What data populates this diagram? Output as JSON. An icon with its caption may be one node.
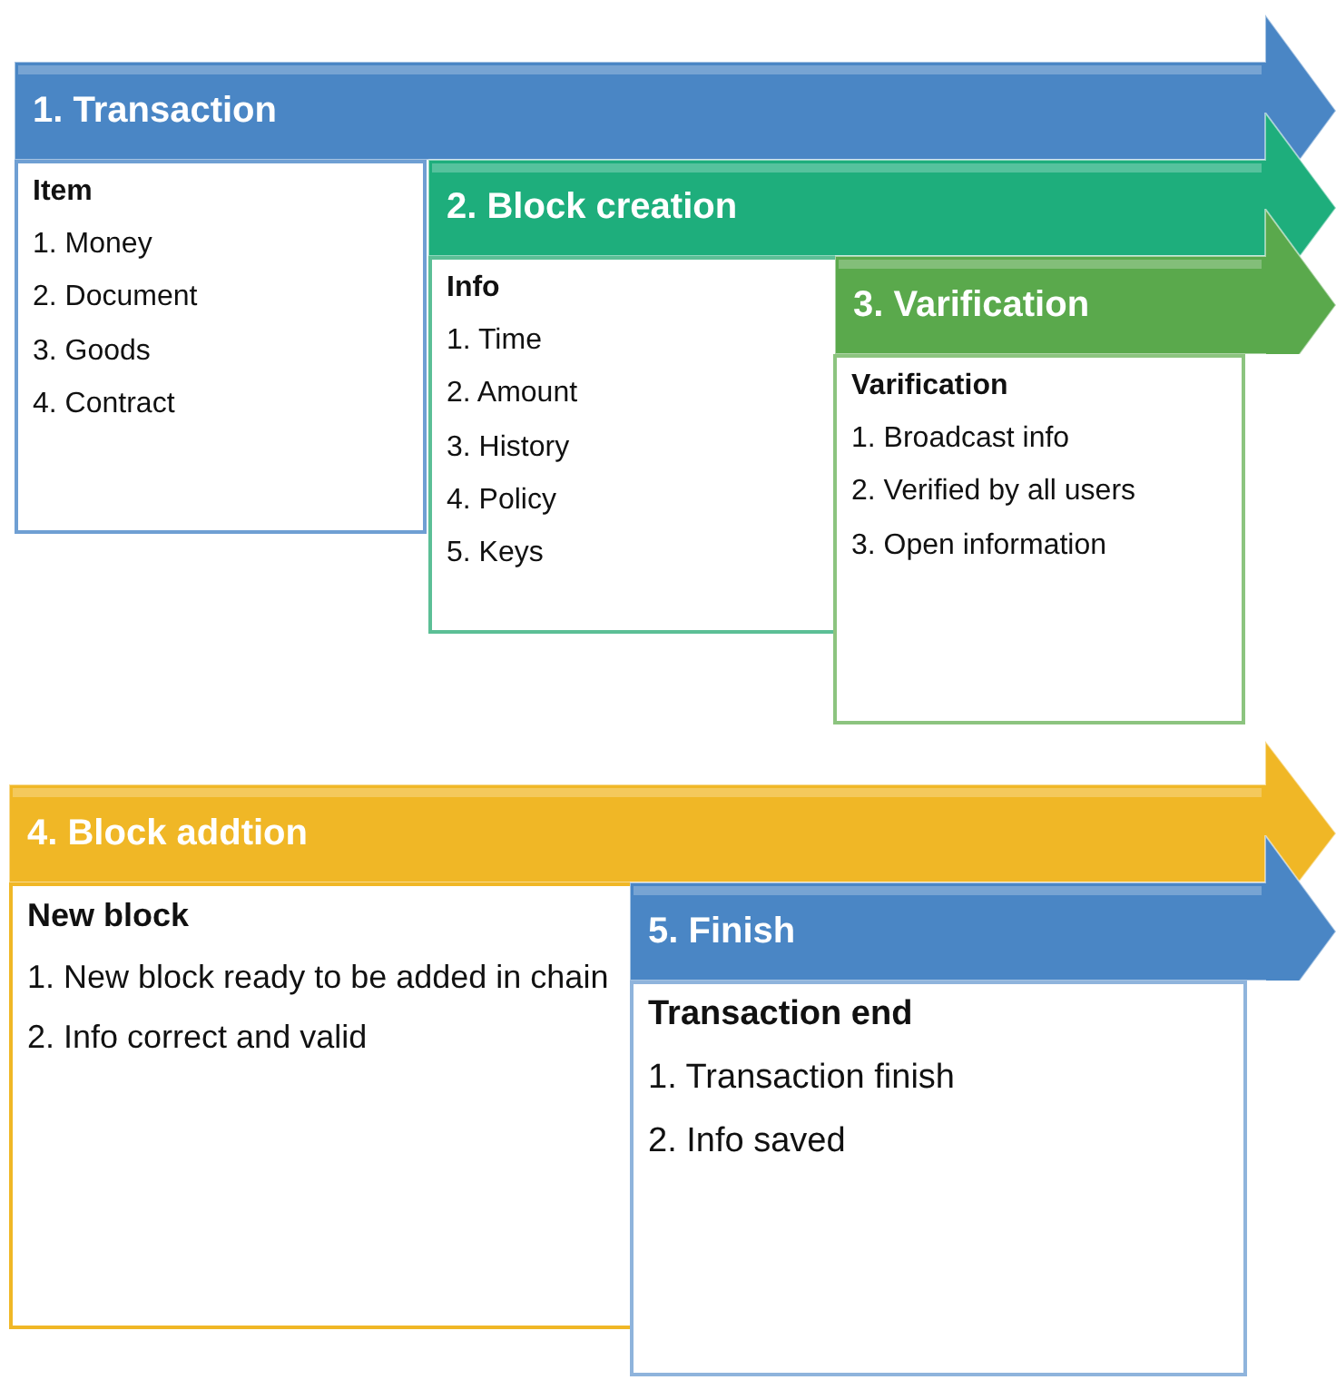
{
  "diagram": {
    "nodes": [
      {
        "text": [
          "1. Transaction"
        ]
      },
      {
        "text": [
          "Item",
          "1. Money",
          "2. Document",
          "3. Goods",
          "4. Contract"
        ]
      },
      {
        "text": [
          "2. Block creation"
        ]
      },
      {
        "text": [
          "Info",
          "1. Time",
          "2. Amount",
          "3. History",
          "4. Policy",
          "5. Keys"
        ]
      },
      {
        "text": [
          "3. Varification"
        ]
      },
      {
        "text": [
          "Varification",
          "1. Broadcast info",
          "2. Verified by all users",
          "3. Open information"
        ]
      },
      {
        "text": [
          "4. Block addtion"
        ]
      },
      {
        "text": [
          "New block",
          "1. New block ready to be added in chain",
          "2. Info correct and valid"
        ]
      },
      {
        "text": [
          "5. Finish"
        ]
      },
      {
        "text": [
          "Transaction end",
          "1. Transaction finish",
          "2. Info saved"
        ]
      }
    ]
  }
}
